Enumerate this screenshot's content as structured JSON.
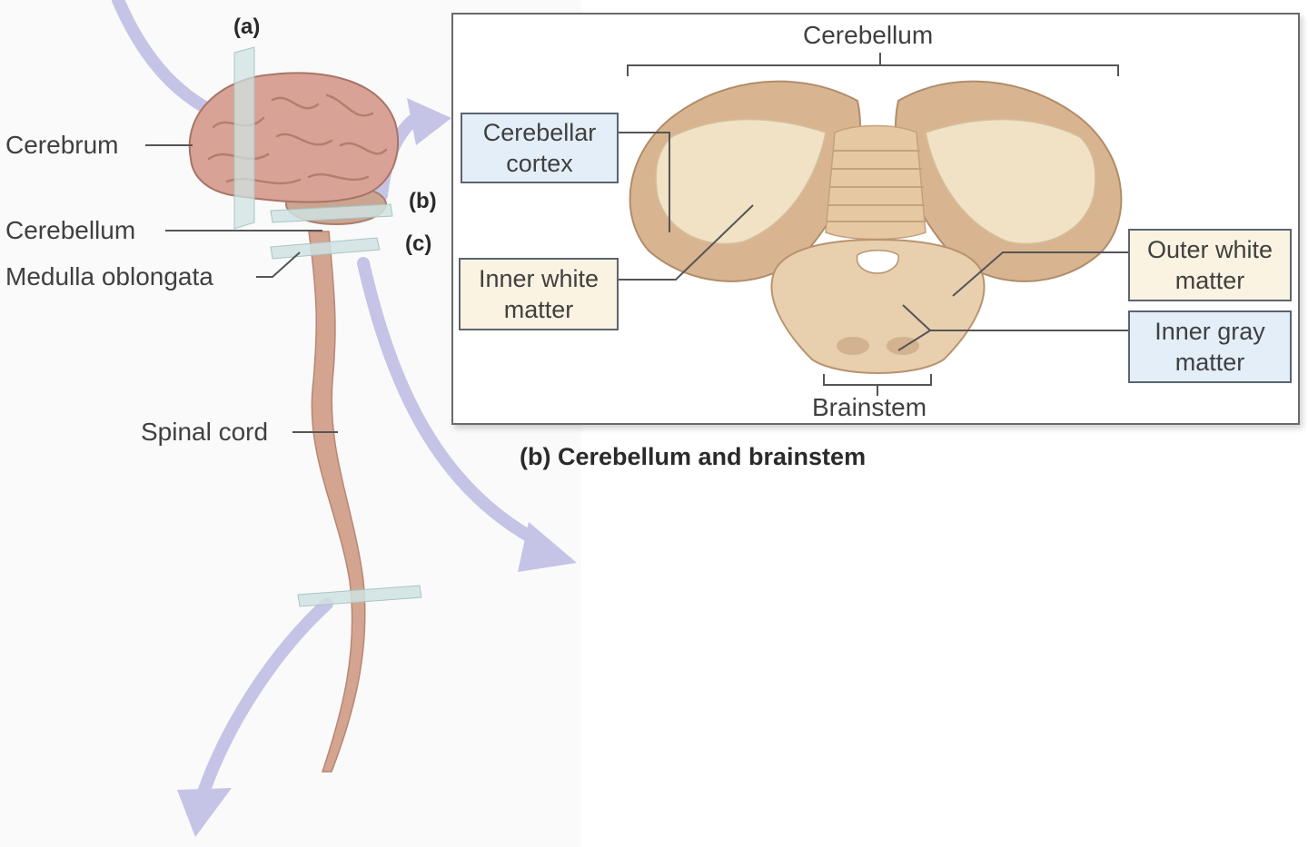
{
  "left_panel": {
    "plane_tags": {
      "a": "(a)",
      "b": "(b)",
      "c": "(c)"
    },
    "labels": {
      "cerebrum": "Cerebrum",
      "cerebellum": "Cerebellum",
      "medulla": "Medulla oblongata",
      "spinal_cord": "Spinal cord"
    }
  },
  "inset": {
    "caption": "(b) Cerebellum and brainstem",
    "top_label": "Cerebellum",
    "bottom_label": "Brainstem",
    "boxes": {
      "cerebellar_cortex": [
        "Cerebellar",
        "cortex"
      ],
      "inner_white_matter": [
        "Inner white",
        "matter"
      ],
      "outer_white_matter": [
        "Outer white",
        "matter"
      ],
      "inner_gray_matter": [
        "Inner gray",
        "matter"
      ]
    }
  },
  "colors": {
    "arrow": "#c5c3e6",
    "tissue": "#d9b48f",
    "white_matter": "#f1e2c6",
    "spinal": "#cf9f8a",
    "plane": "#c9dede",
    "label_box_blue": "#e3eef8",
    "label_box_cream": "#fbf3e2"
  }
}
